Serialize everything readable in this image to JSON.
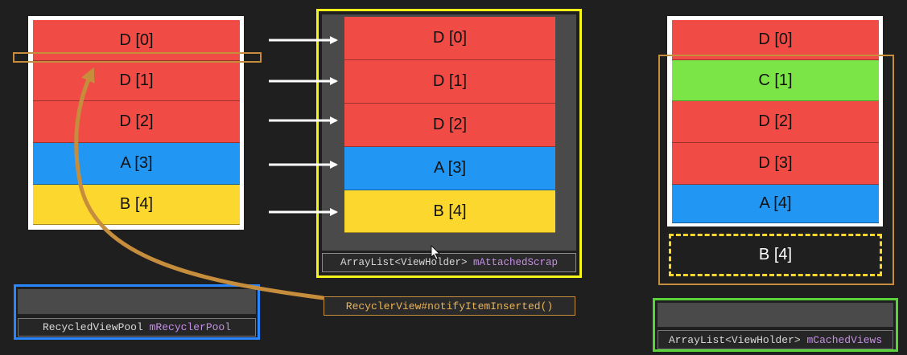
{
  "colors": {
    "red": "#f04c45",
    "green": "#7be446",
    "blue": "#2196f3",
    "yellow": "#fcd82f",
    "brown": "#c58d3c",
    "panel_gray": "#4a4a4a",
    "highlight_yellow": "#f5f51a",
    "highlight_blue": "#2a86ff",
    "highlight_green": "#5ad33a"
  },
  "left_list": {
    "items": [
      {
        "label": "D [0]",
        "color": "red"
      },
      {
        "label": "D [1]",
        "color": "red"
      },
      {
        "label": "D [2]",
        "color": "red"
      },
      {
        "label": "A [3]",
        "color": "blue"
      },
      {
        "label": "B [4]",
        "color": "yellow"
      }
    ]
  },
  "attached_scrap": {
    "items": [
      {
        "label": "D [0]",
        "color": "red"
      },
      {
        "label": "D [1]",
        "color": "red"
      },
      {
        "label": "D [2]",
        "color": "red"
      },
      {
        "label": "A [3]",
        "color": "blue"
      },
      {
        "label": "B [4]",
        "color": "yellow"
      }
    ],
    "caption_type": "ArrayList<ViewHolder>",
    "caption_name": "mAttachedScrap"
  },
  "right_list": {
    "items": [
      {
        "label": "D [0]",
        "color": "red"
      },
      {
        "label": "C [1]",
        "color": "green"
      },
      {
        "label": "D [2]",
        "color": "red"
      },
      {
        "label": "D [3]",
        "color": "red"
      },
      {
        "label": "A [4]",
        "color": "blue"
      }
    ],
    "pending_item": "B [4]"
  },
  "recycler_pool": {
    "type": "RecycledViewPool",
    "name": "mRecyclerPool"
  },
  "notify_label": "RecyclerView#notifyItemInserted()",
  "cached_views": {
    "type": "ArrayList<ViewHolder>",
    "name": "mCachedViews"
  }
}
